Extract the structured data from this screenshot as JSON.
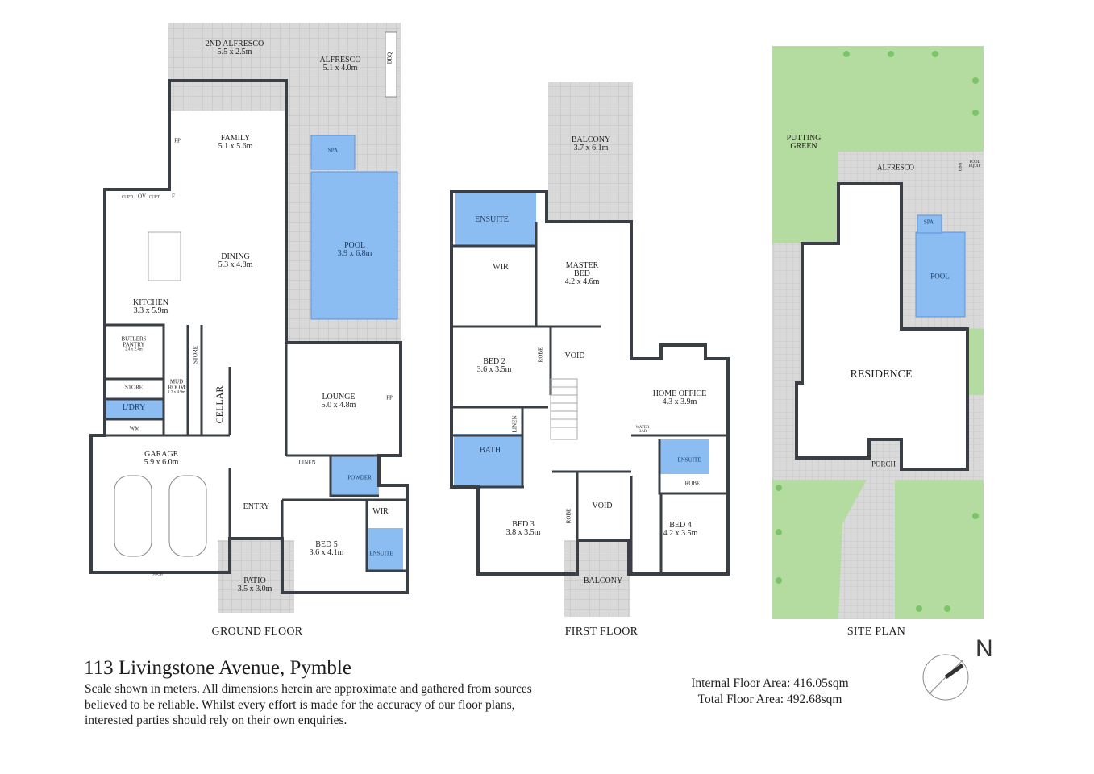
{
  "colors": {
    "wall": "#3a3f45",
    "tile": "#d9d9d9",
    "pool": "#8bbcf2",
    "wet": "#8bbcf2",
    "grass": "#b5dca0",
    "grass_dark": "#7cc46a"
  },
  "ground_floor": {
    "caption": "GROUND FLOOR",
    "rooms": [
      {
        "name": "2ND ALFRESCO",
        "dim": "5.5 x 2.5m"
      },
      {
        "name": "ALFRESCO",
        "dim": "5.1 x 4.0m"
      },
      {
        "name": "FAMILY",
        "dim": "5.1 x 5.6m"
      },
      {
        "name": "SPA",
        "dim": ""
      },
      {
        "name": "POOL",
        "dim": "3.9 x 6.8m"
      },
      {
        "name": "DINING",
        "dim": "5.3 x 4.8m"
      },
      {
        "name": "KITCHEN",
        "dim": "3.3 x 5.9m"
      },
      {
        "name": "BUTLERS PANTRY",
        "dim": "2.4 x 2.4m"
      },
      {
        "name": "MUD ROOM",
        "dim": "1.7 x 4.9m"
      },
      {
        "name": "LOUNGE",
        "dim": "5.0 x 4.8m"
      },
      {
        "name": "GARAGE",
        "dim": "5.9 x 6.0m"
      },
      {
        "name": "ENTRY",
        "dim": ""
      },
      {
        "name": "BED 5",
        "dim": "3.6 x 4.1m"
      },
      {
        "name": "PATIO",
        "dim": "3.5 x 3.0m"
      }
    ],
    "fixtures": {
      "bbq": "BBQ",
      "fp1": "FP",
      "fp2": "FP",
      "cupd1": "CUP'D",
      "ov": "OV",
      "cupd2": "CUP'D",
      "f": "F",
      "store_v": "STORE",
      "store": "STORE",
      "ldry": "L'DRY",
      "wm": "WM",
      "cellar": "CELLAR",
      "linen": "LINEN",
      "powder": "POWDER",
      "wir": "WIR",
      "ensuite": "ENSUITE",
      "door": "DOOR"
    }
  },
  "first_floor": {
    "caption": "FIRST FLOOR",
    "rooms": [
      {
        "name": "BALCONY",
        "dim": "3.7 x 6.1m"
      },
      {
        "name": "MASTER BED",
        "dim": "4.2 x 4.6m"
      },
      {
        "name": "BED 2",
        "dim": "3.6 x 3.5m"
      },
      {
        "name": "HOME OFFICE",
        "dim": "4.3 x 3.9m"
      },
      {
        "name": "BED 3",
        "dim": "3.8 x 3.5m"
      },
      {
        "name": "BED 4",
        "dim": "4.2 x 3.5m"
      }
    ],
    "fixtures": {
      "ensuite1": "ENSUITE",
      "wir": "WIR",
      "robe1": "ROBE",
      "void1": "VOID",
      "linen": "LINEN",
      "water_bar": "WATER BAR",
      "bath": "BATH",
      "ensuite2": "ENSUITE",
      "robe2": "ROBE",
      "void2": "VOID",
      "robe3": "ROBE",
      "balcony2": "BALCONY"
    }
  },
  "site_plan": {
    "caption": "SITE PLAN",
    "labels": {
      "putting_green": "PUTTING GREEN",
      "alfresco": "ALFRESCO",
      "bbq": "BBQ",
      "pool_equip": "POOL EQUIP",
      "spa": "SPA",
      "pool": "POOL",
      "residence": "RESIDENCE",
      "porch": "PORCH"
    }
  },
  "footer": {
    "title": "113 Livingstone Avenue, Pymble",
    "description": "Scale shown in meters. All dimensions herein are approximate and gathered from sources believed to be reliable. Whilst every effort is made for the accuracy of our floor plans, interested parties should rely on their own enquiries.",
    "internal_area": "Internal Floor Area: 416.05sqm",
    "total_area": "Total Floor Area: 492.68sqm",
    "north": "N"
  }
}
